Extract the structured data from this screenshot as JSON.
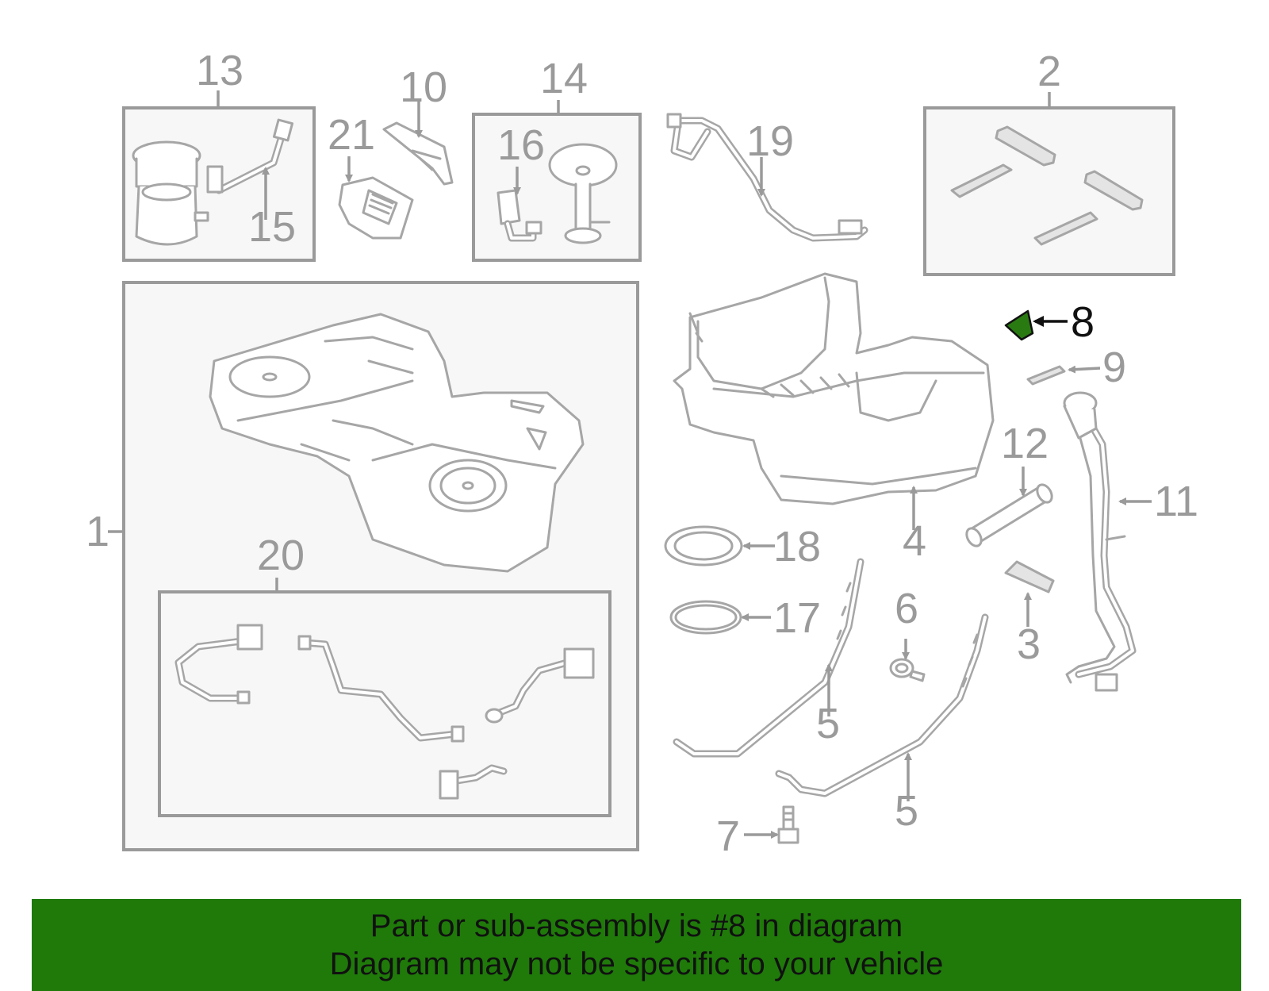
{
  "callouts": {
    "c1": "1",
    "c2": "2",
    "c3": "3",
    "c4": "4",
    "c5a": "5",
    "c5b": "5",
    "c6": "6",
    "c7": "7",
    "c8": "8",
    "c9": "9",
    "c10": "10",
    "c11": "11",
    "c12": "12",
    "c13": "13",
    "c14": "14",
    "c15": "15",
    "c16": "16",
    "c17": "17",
    "c18": "18",
    "c19": "19",
    "c20": "20",
    "c21": "21"
  },
  "highlight": {
    "part": "8",
    "color": "#2a7a12"
  },
  "footer": {
    "background": "#1f7a0a",
    "line1": "Part or sub-assembly is #8 in diagram",
    "line2": "Diagram may not be specific to your vehicle"
  }
}
